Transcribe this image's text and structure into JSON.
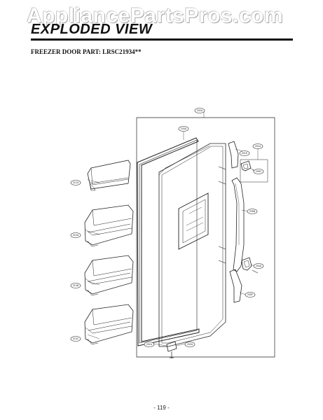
{
  "watermark": "AppliancePartsPros.com",
  "header": {
    "title": "EXPLODED VIEW",
    "subtitle": "FREEZER DOOR PART: LRSC21934**"
  },
  "diagram": {
    "callouts": {
      "c200a": "200A",
      "c203a": "203A",
      "c201e": "201E",
      "c201a": "201A",
      "c205c": "205C",
      "c212a": "212A",
      "c210a": "210A",
      "c210b": "210B",
      "c210c": "210C",
      "c205b": "205B",
      "c204a": "204A",
      "c205f": "205F",
      "c201a_b": "201A",
      "c202a": "202A"
    }
  },
  "footer": {
    "page": "- 119 -"
  }
}
